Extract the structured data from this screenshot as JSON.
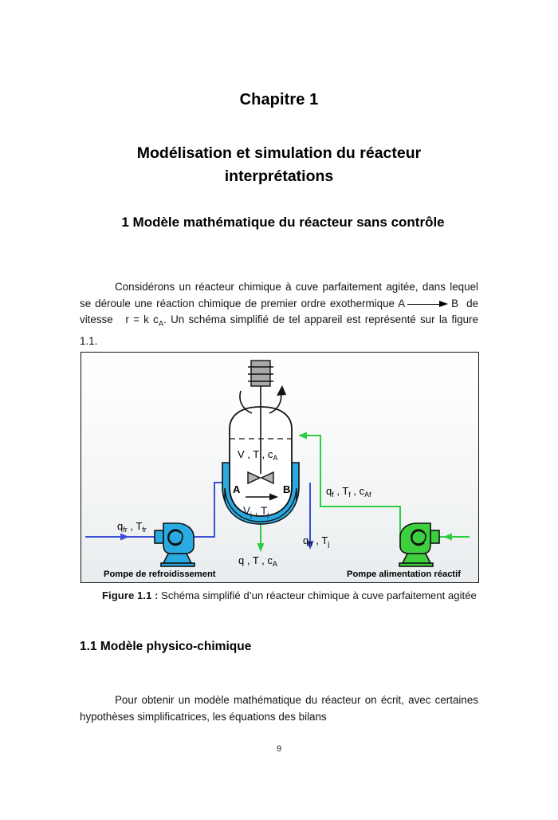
{
  "document": {
    "chapter_title": "Chapitre 1",
    "doc_title_line1": "Modélisation et simulation du réacteur",
    "doc_title_line2": "interprétations",
    "section_title": "1 Modèle mathématique du réacteur sans contrôle",
    "subsection_title": "1.1 Modèle physico-chimique",
    "page_number": "9"
  },
  "paragraphs": {
    "p1_part1": "Considérons un réacteur chimique à cuve parfaitement agitée, dans lequel se déroule une réaction chimique de premier ordre exothermique A",
    "p1_reagent_b": "B",
    "p1_part2": "de vitesse",
    "p1_rate": "r = k c",
    "p1_rate_sub": "A",
    "p1_part3": ". Un schéma simplifié de tel appareil est représenté sur la figure 1.1.",
    "p2": "Pour obtenir un modèle mathématique du réacteur on écrit, avec certaines hypothèses simplificatrices, les équations des bilans"
  },
  "figure": {
    "caption_label": "Figure 1.1 :",
    "caption_text": "Schéma simplifié d’un réacteur chimique à cuve parfaitement agitée",
    "labels": {
      "vessel_contents": "V , T , c",
      "vessel_contents_sub": "A",
      "reactant_a": "A",
      "product_b": "B",
      "jacket": "V",
      "jacket_sub1": "j",
      "jacket_sep": " , T",
      "jacket_sub2": "j",
      "cooling_in": "q",
      "cooling_in_sub1": "fr",
      "cooling_in_mid": " , T",
      "cooling_in_sub2": "fr",
      "cooling_out": "q",
      "cooling_out_sub1": "fr",
      "cooling_out_mid": " , T",
      "cooling_out_sub2": "j",
      "feed": "q",
      "feed_sub1": "f",
      "feed_mid": " , T",
      "feed_sub2": "f",
      "feed_mid2": " , c",
      "feed_sub3": "Af",
      "outlet": "q , T , c",
      "outlet_sub": "A",
      "pump_cooling": "Pompe de refroidissement",
      "pump_feed": "Pompe alimentation réactif"
    },
    "colors": {
      "jacket_blue": "#29ABE2",
      "pipe_blue": "#3B4FD8",
      "pump_green": "#3DCF3D",
      "pipe_green": "#2ECC40",
      "motor_gray": "#A8A8A8",
      "outline": "#111111"
    }
  }
}
